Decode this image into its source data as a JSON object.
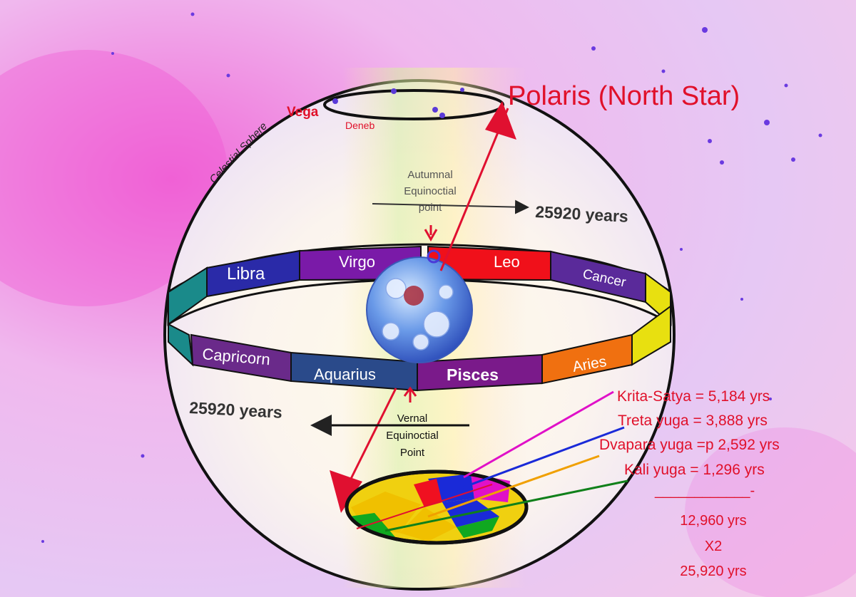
{
  "title": "Polaris (North Star)",
  "stars": {
    "vega": "Vega",
    "deneb": "Deneb"
  },
  "sphere_label": "Celestial Sphere",
  "autumnal": {
    "line1": "Autumnal",
    "line2": "Equinoctial",
    "line3": "point"
  },
  "vernal": {
    "line1": "Vernal",
    "line2": "Equinoctial",
    "line3": "Point"
  },
  "precession_label": "25920 years",
  "zodiac": {
    "libra": "Libra",
    "virgo": "Virgo",
    "leo": "Leo",
    "cancer": "Cancer",
    "capricorn": "Capricorn",
    "aquarius": "Aquarius",
    "pisces": "Pisces",
    "aries": "Aries"
  },
  "yugas": {
    "krita": "Krita-Satya = 5,184 yrs",
    "treta": "Treta yuga = 3,888 yrs",
    "dvapara": "Dvapara yuga =p 2,592 yrs",
    "kali": "Kali yuga = 1,296 yrs",
    "divider": "____________-",
    "total": "12,960 yrs",
    "multiplier": "X2",
    "grand_total": "25,920 yrs"
  },
  "colors": {
    "red_text": "#e0102a",
    "libra": "#2a2aa8",
    "virgo": "#7a1aa8",
    "leo": "#f0101a",
    "cancer": "#5a2a9a",
    "capricorn": "#6a2a8a",
    "aquarius": "#2a4a8a",
    "pisces": "#7a1a8a",
    "aries": "#f07010",
    "teal": "#1a8a8a",
    "yellow": "#e8e010"
  }
}
